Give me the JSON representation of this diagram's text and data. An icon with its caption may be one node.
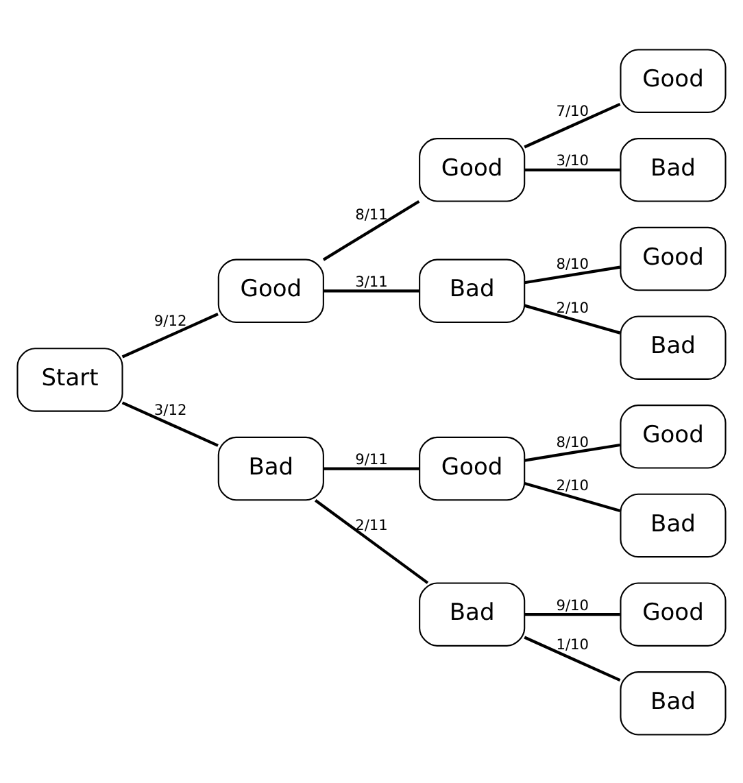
{
  "diagram": {
    "nodes": [
      {
        "text": [
          "Start"
        ]
      },
      {
        "text": [
          "Good"
        ]
      },
      {
        "text": [
          "Bad"
        ]
      },
      {
        "text": [
          "Good"
        ]
      },
      {
        "text": [
          "Bad"
        ]
      },
      {
        "text": [
          "Good"
        ]
      },
      {
        "text": [
          "Bad"
        ]
      },
      {
        "text": [
          "Good"
        ]
      },
      {
        "text": [
          "Bad"
        ]
      },
      {
        "text": [
          "Good"
        ]
      },
      {
        "text": [
          "Bad"
        ]
      },
      {
        "text": [
          "Good"
        ]
      },
      {
        "text": [
          "Bad"
        ]
      },
      {
        "text": [
          "Good"
        ]
      },
      {
        "text": [
          "Bad"
        ]
      }
    ],
    "edges": [
      {
        "from": 0,
        "to": 1,
        "arrow": "none",
        "label": "9/12"
      },
      {
        "from": 0,
        "to": 2,
        "arrow": "none",
        "label": "3/12"
      },
      {
        "from": 1,
        "to": 3,
        "arrow": "none",
        "label": "8/11"
      },
      {
        "from": 1,
        "to": 4,
        "arrow": "none",
        "label": "3/11"
      },
      {
        "from": 2,
        "to": 5,
        "arrow": "none",
        "label": "9/11"
      },
      {
        "from": 2,
        "to": 6,
        "arrow": "none",
        "label": "2/11"
      },
      {
        "from": 3,
        "to": 7,
        "arrow": "none",
        "label": "7/10"
      },
      {
        "from": 3,
        "to": 8,
        "arrow": "none",
        "label": "3/10"
      },
      {
        "from": 4,
        "to": 9,
        "arrow": "none",
        "label": "8/10"
      },
      {
        "from": 4,
        "to": 10,
        "arrow": "none",
        "label": "2/10"
      },
      {
        "from": 5,
        "to": 11,
        "arrow": "none",
        "label": "8/10"
      },
      {
        "from": 5,
        "to": 12,
        "arrow": "none",
        "label": "2/10"
      },
      {
        "from": 6,
        "to": 13,
        "arrow": "none",
        "label": "9/10"
      },
      {
        "from": 6,
        "to": 14,
        "arrow": "none",
        "label": "1/10"
      }
    ]
  }
}
